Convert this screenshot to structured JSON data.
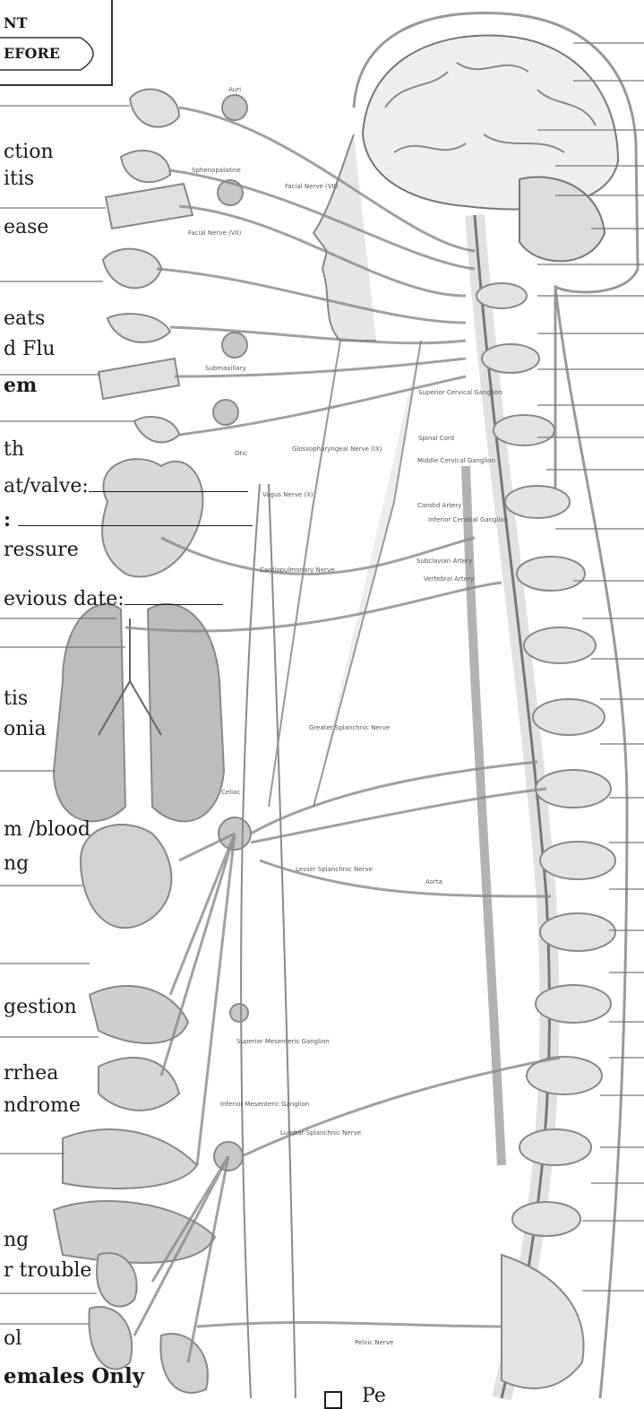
{
  "header_box": {
    "line1": "NT",
    "line2": "EFORE"
  },
  "symptoms": [
    "ction",
    "itis",
    "ease",
    "eats",
    "d Flu",
    "em",
    "th",
    "at/valve:",
    ":",
    "ressure",
    "evious date:",
    "tis",
    "onia",
    "m /blood",
    "ng",
    "gestion",
    "rrhea",
    "ndrome",
    "ng",
    "r trouble",
    "ol",
    "emales Only"
  ],
  "bottom_label": "Pe",
  "nerve_labels": {
    "auri": "Auri",
    "sphenopalatine": "Sphenopalatine",
    "facial1": "Facial Nerve (VII)",
    "facial2": "Facial Nerve (VII)",
    "submaxillary": "Submaxillary",
    "otic": "Otic",
    "glosso": "Glossopharyngeal Nerve (IX)",
    "vagus": "Vagus Nerve (X)",
    "cardio": "Cardiopulmonary Nerve",
    "sup_cerv": "Superior Cervical Ganglion",
    "spinal": "Spinal Cord",
    "mid_cerv": "Middle Cervical Ganglion",
    "carotid": "Carotid Artery",
    "inf_cerv": "Inferior Cervical Ganglion",
    "subclav": "Subclavian Artery",
    "vertebral": "Vertebral Artery",
    "greater": "Greater Splanchnic Nerve",
    "celiac": "Celiac",
    "lesser": "Lesser Splanchnic Nerve",
    "aorta": "Aorta",
    "sup_mes": "Superior Mesenteric Ganglion",
    "inf_mes": "Inferior Mesenteric Ganglion",
    "lumbar": "Lumbar Splanchnic Nerve",
    "pelvic": "Pelvic Nerve"
  }
}
